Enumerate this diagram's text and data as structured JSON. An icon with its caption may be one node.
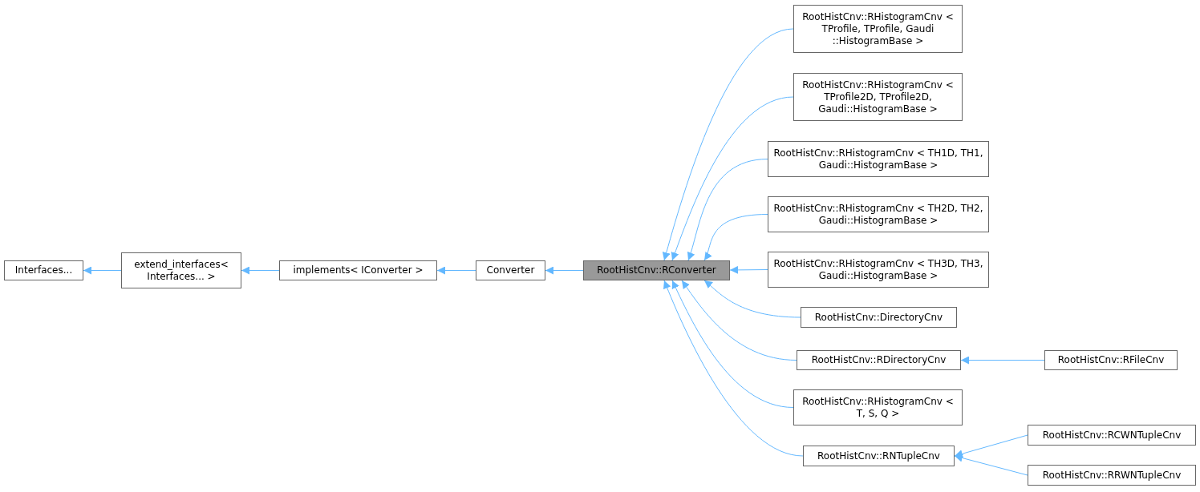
{
  "diagram": {
    "nodes": [
      {
        "text": [
          "Interfaces..."
        ]
      },
      {
        "text": [
          "extend_interfaces< Interfaces... >"
        ]
      },
      {
        "text": [
          "implements< IConverter >"
        ]
      },
      {
        "text": [
          "Converter"
        ]
      },
      {
        "text": [
          "RootHistCnv::RConverter"
        ]
      },
      {
        "text": [
          "RootHistCnv::RHistogramCnv < TProfile, TProfile, Gaudi ::HistogramBase >"
        ]
      },
      {
        "text": [
          "RootHistCnv::RHistogramCnv < TProfile2D, TProfile2D, Gaudi::HistogramBase >"
        ]
      },
      {
        "text": [
          "RootHistCnv::RHistogramCnv < TH1D, TH1, Gaudi::HistogramBase >"
        ]
      },
      {
        "text": [
          "RootHistCnv::RHistogramCnv < TH2D, TH2, Gaudi::HistogramBase >"
        ]
      },
      {
        "text": [
          "RootHistCnv::RHistogramCnv < TH3D, TH3, Gaudi::HistogramBase >"
        ]
      },
      {
        "text": [
          "RootHistCnv::DirectoryCnv"
        ]
      },
      {
        "text": [
          "RootHistCnv::RDirectoryCnv"
        ]
      },
      {
        "text": [
          "RootHistCnv::RFileCnv"
        ]
      },
      {
        "text": [
          "RootHistCnv::RHistogramCnv < T, S, Q >"
        ]
      },
      {
        "text": [
          "RootHistCnv::RNTupleCnv"
        ]
      },
      {
        "text": [
          "RootHistCnv::RCWNTupleCnv"
        ]
      },
      {
        "text": [
          "RootHistCnv::RRWNTupleCnv"
        ]
      }
    ],
    "edges": [
      {
        "from": 1,
        "to": 0,
        "arrow": "to"
      },
      {
        "from": 2,
        "to": 1,
        "arrow": "to"
      },
      {
        "from": 3,
        "to": 2,
        "arrow": "to"
      },
      {
        "from": 4,
        "to": 3,
        "arrow": "to"
      },
      {
        "from": 5,
        "to": 4,
        "arrow": "to"
      },
      {
        "from": 6,
        "to": 4,
        "arrow": "to"
      },
      {
        "from": 7,
        "to": 4,
        "arrow": "to"
      },
      {
        "from": 8,
        "to": 4,
        "arrow": "to"
      },
      {
        "from": 9,
        "to": 4,
        "arrow": "to"
      },
      {
        "from": 10,
        "to": 4,
        "arrow": "to"
      },
      {
        "from": 11,
        "to": 4,
        "arrow": "to"
      },
      {
        "from": 12,
        "to": 11,
        "arrow": "to"
      },
      {
        "from": 13,
        "to": 4,
        "arrow": "to"
      },
      {
        "from": 14,
        "to": 4,
        "arrow": "to"
      },
      {
        "from": 15,
        "to": 14,
        "arrow": "to"
      },
      {
        "from": 16,
        "to": 14,
        "arrow": "to"
      }
    ]
  }
}
